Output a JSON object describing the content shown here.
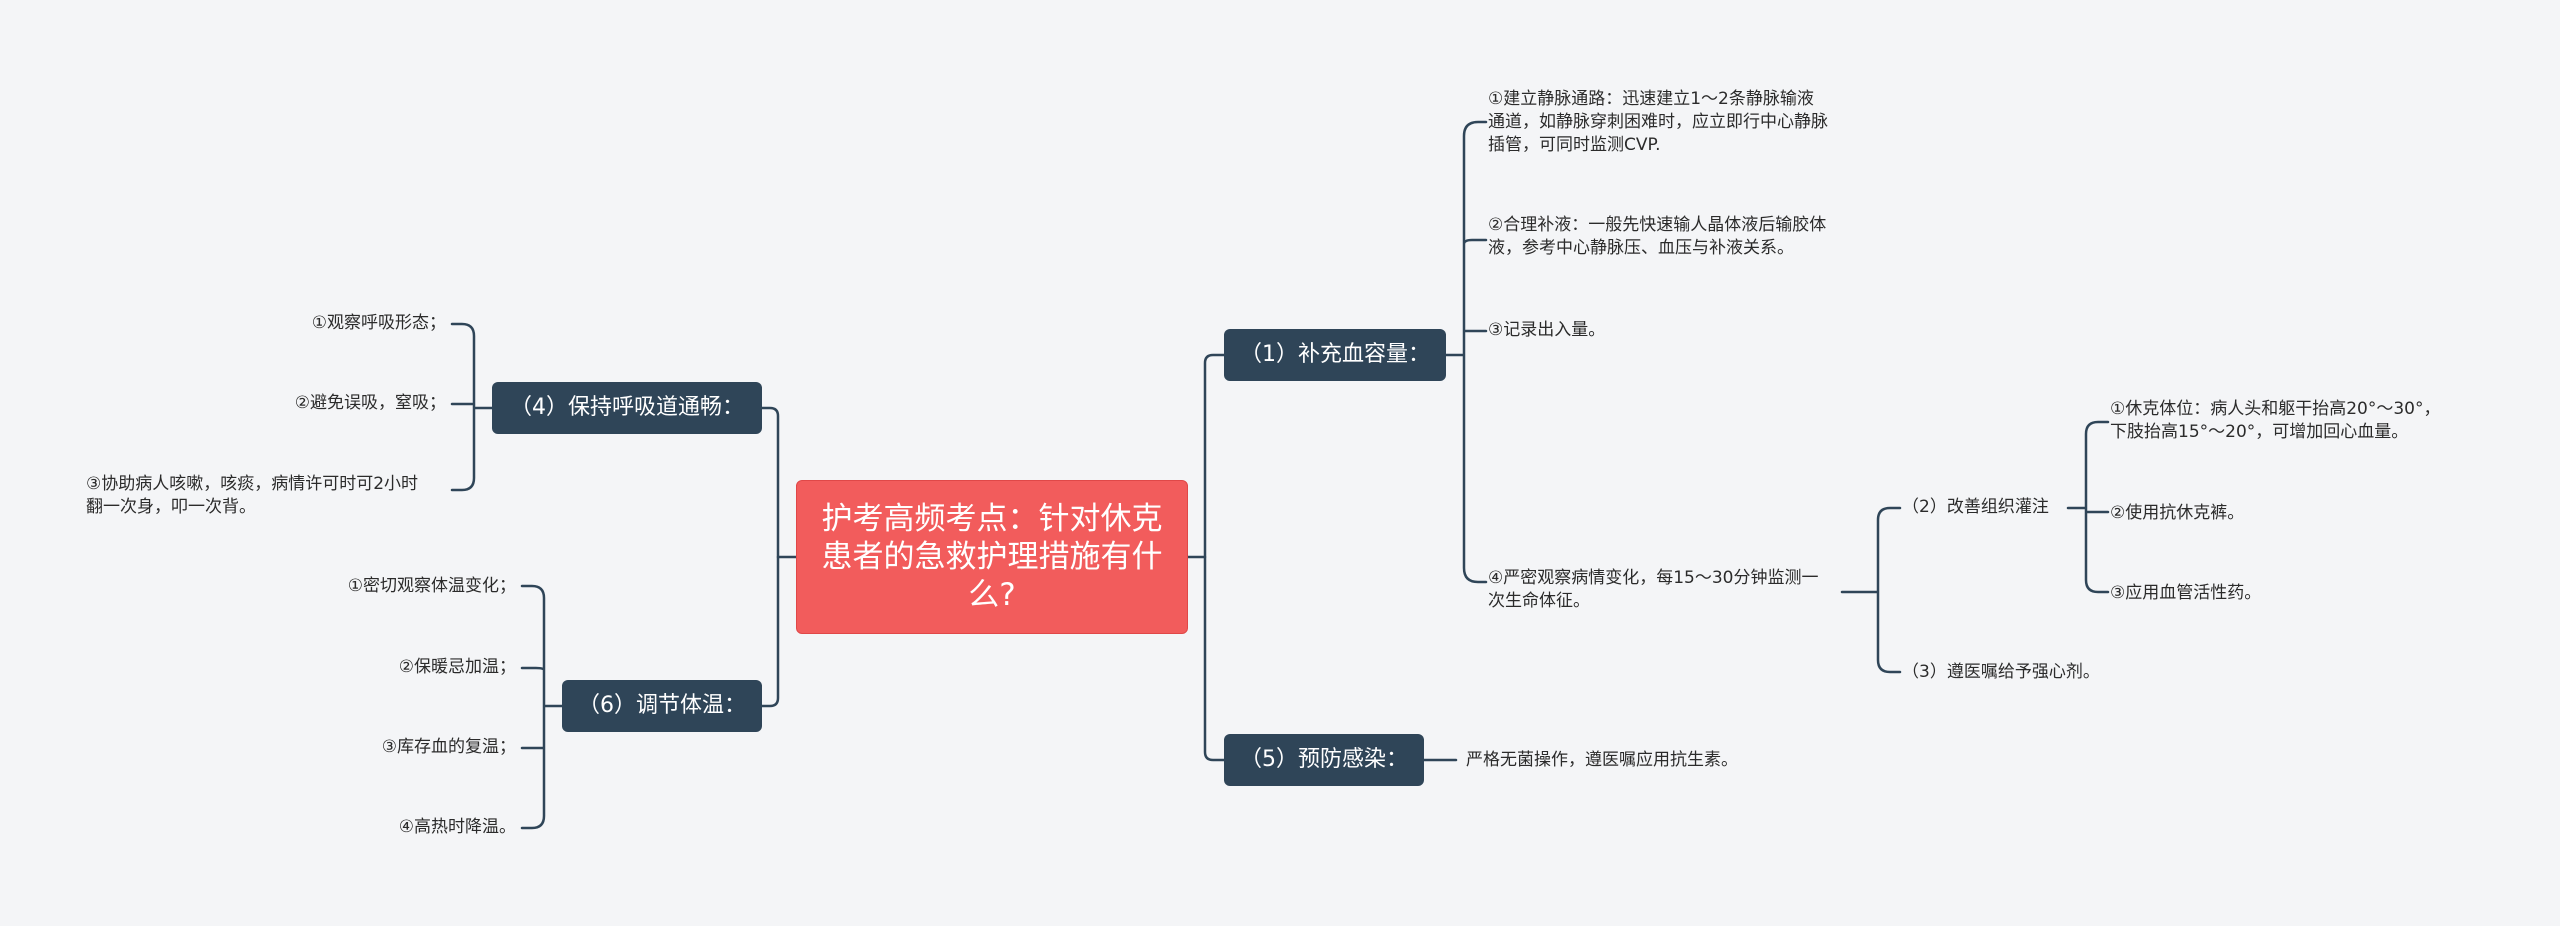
{
  "colors": {
    "background": "#f4f5f7",
    "root_fill": "#f25c5c",
    "branch_fill": "#2f4558",
    "connector": "#2f4558",
    "leaf_text": "#2b2b2b"
  },
  "root": {
    "lines": [
      "护考高频考点：针对休克",
      "患者的急救护理措施有什",
      "么?"
    ]
  },
  "branches": {
    "b1": {
      "label": "（1）补充血容量：",
      "items": {
        "i1": [
          "①建立静脉通路：迅速建立1～2条静脉输液",
          "通道，如静脉穿刺困难时，应立即行中心静脉",
          "插管，可同时监测CVP."
        ],
        "i2": [
          "②合理补液：一般先快速输人晶体液后输胶体",
          "液，参考中心静脉压、血压与补液关系。"
        ],
        "i3": [
          "③记录出入量。"
        ],
        "i4": [
          "④严密观察病情变化，每15～30分钟监测一",
          "次生命体征。"
        ]
      },
      "sub": {
        "s2": {
          "label": "（2）改善组织灌注",
          "items": {
            "p1": [
              "①休克体位：病人头和躯干抬高20°～30°，",
              "下肢抬高15°～20°，可增加回心血量。"
            ],
            "p2": [
              "②使用抗休克裤。"
            ],
            "p3": [
              "③应用血管活性药。"
            ]
          }
        },
        "s3": {
          "label": "（3）遵医嘱给予强心剂。"
        }
      }
    },
    "b5": {
      "label": "（5）预防感染：",
      "items": {
        "i1": [
          "严格无菌操作，遵医嘱应用抗生素。"
        ]
      }
    },
    "b4": {
      "label": "（4）保持呼吸道通畅：",
      "items": {
        "i1": [
          "①观察呼吸形态；"
        ],
        "i2": [
          "②避免误吸，窒吸；"
        ],
        "i3": [
          "③协助病人咳嗽，咳痰，病情许可时可2小时",
          "翻一次身，叩一次背。"
        ]
      }
    },
    "b6": {
      "label": "（6）调节体温：",
      "items": {
        "i1": [
          "①密切观察体温变化；"
        ],
        "i2": [
          "②保暖忌加温；"
        ],
        "i3": [
          "③库存血的复温；"
        ],
        "i4": [
          "④高热时降温。"
        ]
      }
    }
  }
}
